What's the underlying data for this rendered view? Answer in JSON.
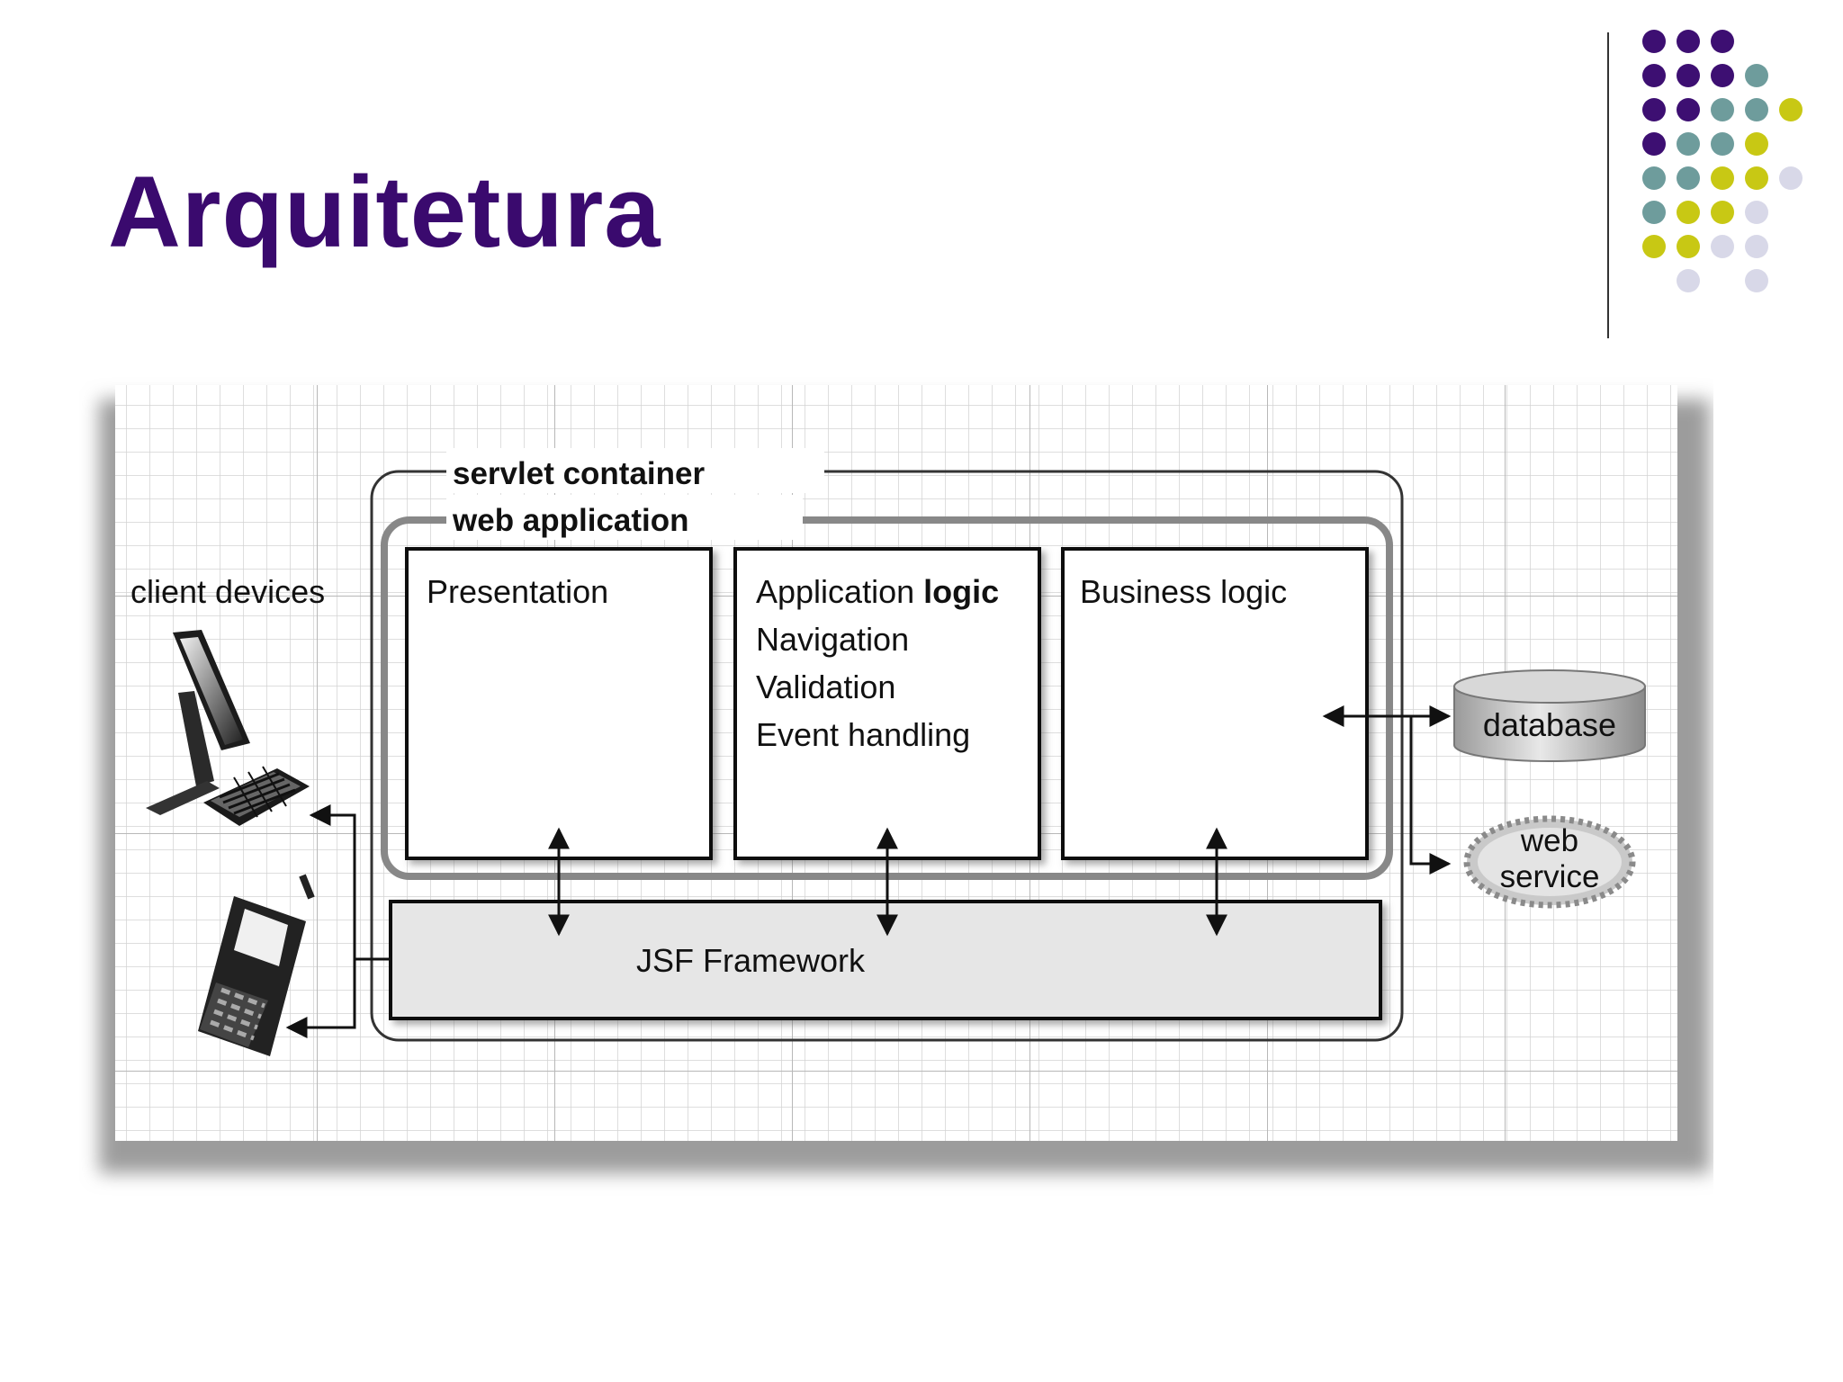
{
  "slide": {
    "title": "Arquitetura"
  },
  "colors": {
    "title": "#3a0a6e",
    "dot_purple": "#3d0f72",
    "dot_teal": "#6e9c9c",
    "dot_yellow": "#c8c814",
    "dot_lavender": "#d8d8e8"
  },
  "decor_dots": [
    [
      "purple",
      "purple",
      "purple",
      null,
      null
    ],
    [
      "purple",
      "purple",
      "purple",
      "teal",
      null
    ],
    [
      "purple",
      "purple",
      "teal",
      "teal",
      "yellow"
    ],
    [
      "purple",
      "teal",
      "teal",
      "yellow",
      null
    ],
    [
      "teal",
      "teal",
      "yellow",
      "yellow",
      "lavender"
    ],
    [
      "teal",
      "yellow",
      "yellow",
      "lavender",
      null
    ],
    [
      "yellow",
      "yellow",
      "lavender",
      "lavender",
      null
    ],
    [
      null,
      "lavender",
      null,
      "lavender",
      null
    ]
  ],
  "diagram": {
    "servlet_container": "servlet container",
    "web_application": "web application",
    "client_devices": "client devices",
    "presentation": "Presentation",
    "app_logic": {
      "title_prefix": "Application ",
      "title_bold": "logic",
      "items": [
        "Navigation",
        "Validation",
        "Event handling"
      ]
    },
    "business_logic": "Business logic",
    "framework": "JSF Framework",
    "database": "database",
    "web_service_line1": "web",
    "web_service_line2": "service"
  }
}
